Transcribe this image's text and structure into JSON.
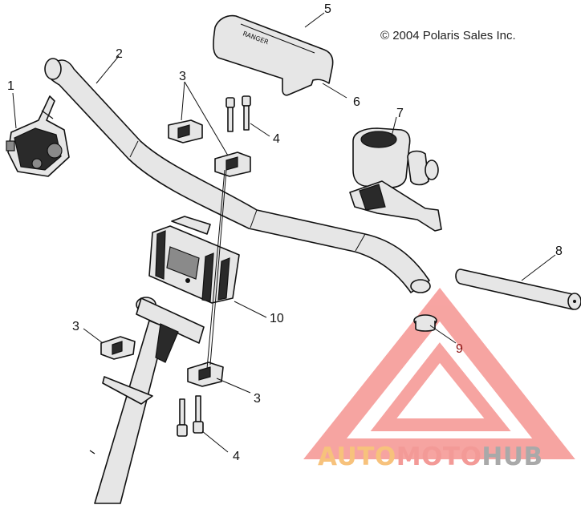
{
  "copyright": "© 2004 Polaris Sales Inc.",
  "callouts": {
    "c1": "1",
    "c2": "2",
    "c3a": "3",
    "c4a": "4",
    "c5": "5",
    "c6": "6",
    "c7": "7",
    "c8": "8",
    "c9": "9",
    "c10": "10",
    "c3b": "3",
    "c3c": "3",
    "c4b": "4"
  },
  "watermark": {
    "auto": "AUTO",
    "moto": "MOTO",
    "hub": "HUB"
  },
  "colors": {
    "watermark_red": "#f05a55",
    "watermark_orange": "#f7c27c",
    "watermark_gray": "#a9a9a9"
  }
}
